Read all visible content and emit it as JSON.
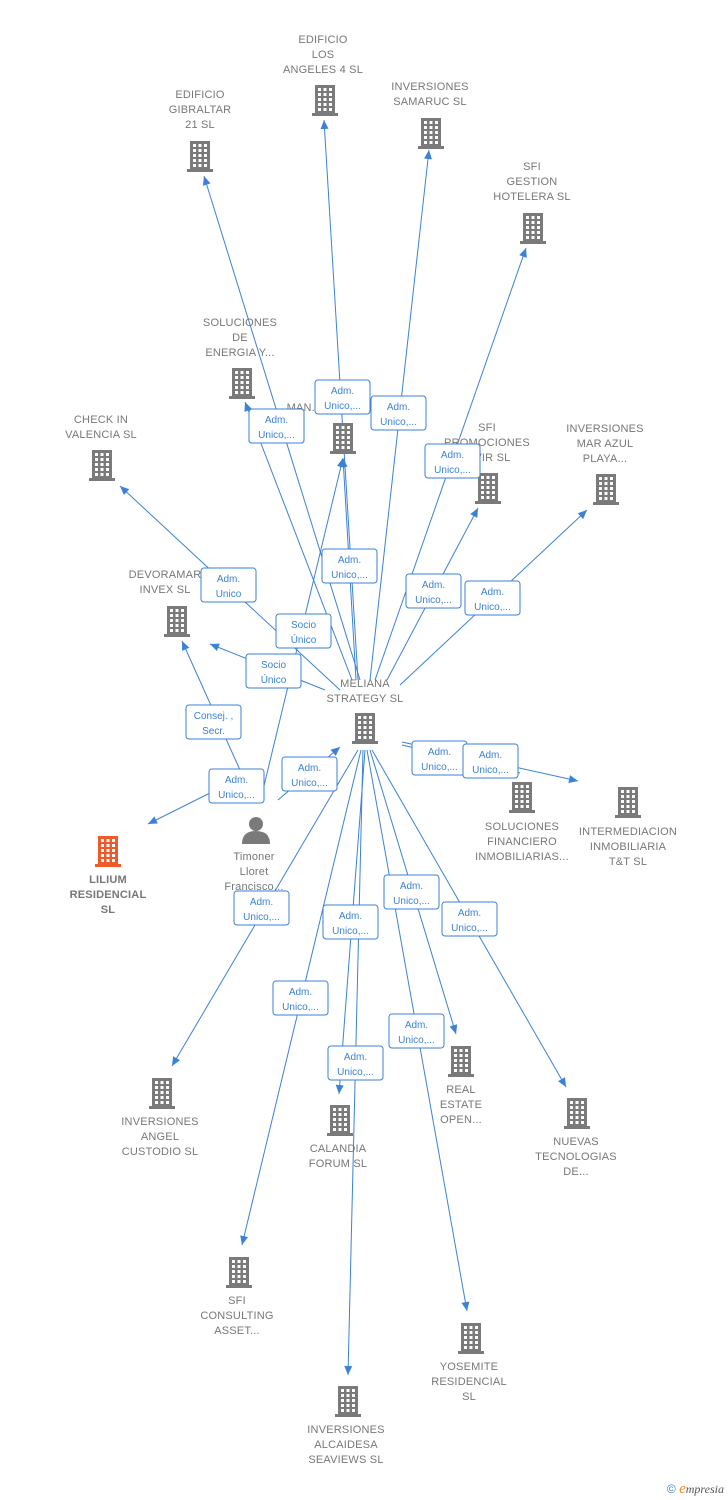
{
  "nodes": [
    {
      "id": "meliana",
      "type": "company",
      "label": [
        "MELIANA",
        "STRATEGY SL"
      ]
    },
    {
      "id": "lilium",
      "type": "company",
      "highlight": true,
      "label": [
        "LILIUM",
        "RESIDENCIAL",
        "SL"
      ]
    },
    {
      "id": "timoner",
      "type": "person",
      "label": [
        "Timoner",
        "Lloret",
        "Francisco..."
      ]
    },
    {
      "id": "gibraltar",
      "type": "company",
      "label": [
        "EDIFICIO",
        "GIBRALTAR",
        "21  SL"
      ]
    },
    {
      "id": "angeles",
      "type": "company",
      "label": [
        "EDIFICIO",
        "LOS",
        "ANGELES 4  SL"
      ]
    },
    {
      "id": "samaruc",
      "type": "company",
      "label": [
        "INVERSIONES",
        "SAMARUC  SL"
      ]
    },
    {
      "id": "sfigestion",
      "type": "company",
      "label": [
        "SFI",
        "GESTION",
        "HOTELERA  SL"
      ]
    },
    {
      "id": "energia",
      "type": "company",
      "label": [
        "SOLUCIONES",
        "DE",
        "ENERGIA Y..."
      ]
    },
    {
      "id": "man",
      "type": "company",
      "label": [
        "MAN..."
      ]
    },
    {
      "id": "checkin",
      "type": "company",
      "label": [
        "CHECK IN",
        "VALENCIA  SL"
      ]
    },
    {
      "id": "sfipromo",
      "type": "company",
      "label": [
        "SFI",
        "PROMOCIONES",
        "VIVIR  SL"
      ]
    },
    {
      "id": "marazul",
      "type": "company",
      "label": [
        "INVERSIONES",
        "MAR AZUL",
        "PLAYA..."
      ]
    },
    {
      "id": "devoramar",
      "type": "company",
      "label": [
        "DEVORAMAR",
        "INVEX  SL"
      ]
    },
    {
      "id": "solfin",
      "type": "company",
      "label": [
        "SOLUCIONES",
        "FINANCIERO",
        "INMOBILIARIAS..."
      ]
    },
    {
      "id": "intermed",
      "type": "company",
      "label": [
        "INTERMEDIACION",
        "INMOBILIARIA",
        "T&T  SL"
      ]
    },
    {
      "id": "angel",
      "type": "company",
      "label": [
        "INVERSIONES",
        "ANGEL",
        "CUSTODIO  SL"
      ]
    },
    {
      "id": "calandia",
      "type": "company",
      "label": [
        "CALANDIA",
        "FORUM  SL"
      ]
    },
    {
      "id": "realestate",
      "type": "company",
      "label": [
        "REAL",
        "ESTATE",
        "OPEN..."
      ]
    },
    {
      "id": "nuevas",
      "type": "company",
      "label": [
        "NUEVAS",
        "TECNOLOGIAS",
        "DE..."
      ]
    },
    {
      "id": "sficonsult",
      "type": "company",
      "label": [
        "SFI",
        "CONSULTING",
        "ASSET..."
      ]
    },
    {
      "id": "yosemite",
      "type": "company",
      "label": [
        "YOSEMITE",
        "RESIDENCIAL",
        "SL"
      ]
    },
    {
      "id": "alcaidesa",
      "type": "company",
      "label": [
        "INVERSIONES",
        "ALCAIDESA",
        "SEAVIEWS  SL"
      ]
    }
  ],
  "edges": [
    {
      "from": "meliana",
      "to": "gibraltar",
      "label": [
        "Adm.",
        "Unico,..."
      ]
    },
    {
      "from": "meliana",
      "to": "angeles",
      "label": [
        "Adm.",
        "Unico,..."
      ]
    },
    {
      "from": "meliana",
      "to": "samaruc",
      "label": [
        "Adm.",
        "Unico,..."
      ]
    },
    {
      "from": "meliana",
      "to": "sfigestion",
      "label": [
        "Adm.",
        "Unico,..."
      ]
    },
    {
      "from": "meliana",
      "to": "energia",
      "label": [
        "Adm.",
        "Unico,..."
      ]
    },
    {
      "from": "meliana",
      "to": "man",
      "label": [
        "Adm.",
        "Unico,..."
      ]
    },
    {
      "from": "meliana",
      "to": "checkin",
      "label": [
        "Adm.",
        "Unico"
      ]
    },
    {
      "from": "meliana",
      "to": "sfipromo",
      "label": [
        "Adm.",
        "Unico,..."
      ]
    },
    {
      "from": "meliana",
      "to": "marazul",
      "label": [
        "Adm.",
        "Unico,..."
      ]
    },
    {
      "from": "meliana",
      "to": "devoramar",
      "label": [
        "Socio",
        "Único"
      ]
    },
    {
      "from": "timoner",
      "to": "man",
      "label": [
        "Socio",
        "Único"
      ]
    },
    {
      "from": "timoner",
      "to": "devoramar",
      "label": [
        "Consej. ,",
        "Secr."
      ]
    },
    {
      "from": "timoner",
      "to": "lilium",
      "label": [
        "Adm.",
        "Unico,..."
      ]
    },
    {
      "from": "timoner",
      "to": "meliana",
      "label": [
        "Adm.",
        "Unico,..."
      ]
    },
    {
      "from": "meliana",
      "to": "solfin",
      "label": [
        "Adm.",
        "Unico,..."
      ]
    },
    {
      "from": "meliana",
      "to": "intermed",
      "label": [
        "Adm.",
        "Unico,..."
      ]
    },
    {
      "from": "meliana",
      "to": "angel",
      "label": [
        "Adm.",
        "Unico,..."
      ]
    },
    {
      "from": "meliana",
      "to": "calandia",
      "label": [
        "Adm.",
        "Unico,..."
      ]
    },
    {
      "from": "meliana",
      "to": "realestate",
      "label": [
        "Adm.",
        "Unico,..."
      ]
    },
    {
      "from": "meliana",
      "to": "nuevas",
      "label": [
        "Adm.",
        "Unico,..."
      ]
    },
    {
      "from": "meliana",
      "to": "sficonsult",
      "label": [
        "Adm.",
        "Unico,..."
      ]
    },
    {
      "from": "meliana",
      "to": "yosemite",
      "label": [
        "Adm.",
        "Unico,..."
      ]
    },
    {
      "from": "meliana",
      "to": "alcaidesa",
      "label": [
        "Adm.",
        "Unico,..."
      ]
    }
  ],
  "colors": {
    "edge": "#3b82d6",
    "node": "#7a7a7a",
    "highlight": "#ef5a2a",
    "label": "#777777"
  },
  "footer": {
    "copyright": "©",
    "brand_initial": "e",
    "brand_rest": "mpresia"
  }
}
